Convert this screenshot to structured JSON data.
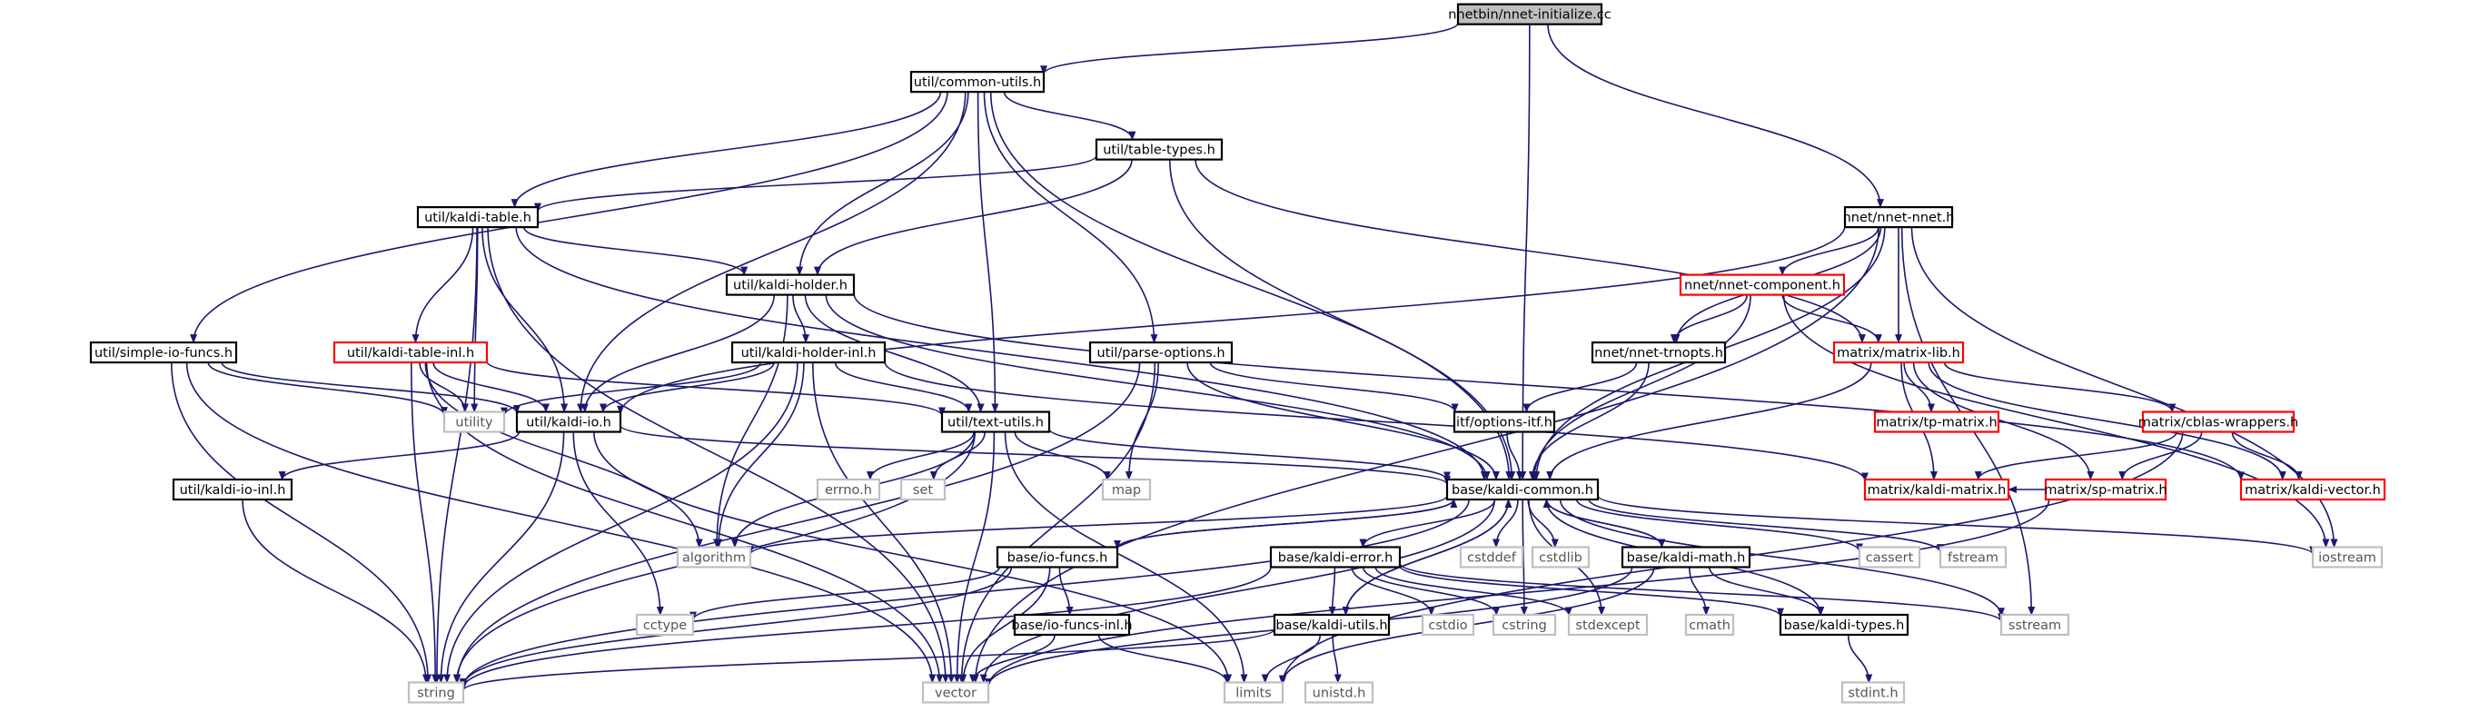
{
  "colors": {
    "edge": "#191970",
    "node_border": "#000000",
    "root_fill": "#bfbfbf",
    "file_fill": "#ffffff",
    "missing_border": "#ff0000",
    "system_border": "#bfbfbf",
    "system_text": "#555555",
    "text": "#000000"
  },
  "nodes": [
    {
      "id": "nnet_initialize",
      "label": "nnetbin/nnet-initialize.cc",
      "kind": "root"
    },
    {
      "id": "common_utils",
      "label": "util/common-utils.h",
      "kind": "file"
    },
    {
      "id": "table_types",
      "label": "util/table-types.h",
      "kind": "file"
    },
    {
      "id": "kaldi_table",
      "label": "util/kaldi-table.h",
      "kind": "file"
    },
    {
      "id": "nnet_nnet",
      "label": "nnet/nnet-nnet.h",
      "kind": "file"
    },
    {
      "id": "nnet_component",
      "label": "nnet/nnet-component.h",
      "kind": "missing"
    },
    {
      "id": "kaldi_holder",
      "label": "util/kaldi-holder.h",
      "kind": "file"
    },
    {
      "id": "simple_io_funcs",
      "label": "util/simple-io-funcs.h",
      "kind": "file"
    },
    {
      "id": "kaldi_table_inl",
      "label": "util/kaldi-table-inl.h",
      "kind": "missing"
    },
    {
      "id": "kaldi_holder_inl",
      "label": "util/kaldi-holder-inl.h",
      "kind": "file"
    },
    {
      "id": "parse_options",
      "label": "util/parse-options.h",
      "kind": "file"
    },
    {
      "id": "nnet_trnopts",
      "label": "nnet/nnet-trnopts.h",
      "kind": "file"
    },
    {
      "id": "matrix_lib",
      "label": "matrix/matrix-lib.h",
      "kind": "missing"
    },
    {
      "id": "utility",
      "label": "utility",
      "kind": "system"
    },
    {
      "id": "kaldi_io",
      "label": "util/kaldi-io.h",
      "kind": "file"
    },
    {
      "id": "text_utils",
      "label": "util/text-utils.h",
      "kind": "file"
    },
    {
      "id": "options_itf",
      "label": "itf/options-itf.h",
      "kind": "file"
    },
    {
      "id": "tp_matrix",
      "label": "matrix/tp-matrix.h",
      "kind": "missing"
    },
    {
      "id": "cblas_wrappers",
      "label": "matrix/cblas-wrappers.h",
      "kind": "missing"
    },
    {
      "id": "kaldi_io_inl",
      "label": "util/kaldi-io-inl.h",
      "kind": "file"
    },
    {
      "id": "errno",
      "label": "errno.h",
      "kind": "system"
    },
    {
      "id": "set",
      "label": "set",
      "kind": "system"
    },
    {
      "id": "map",
      "label": "map",
      "kind": "system"
    },
    {
      "id": "kaldi_common",
      "label": "base/kaldi-common.h",
      "kind": "file"
    },
    {
      "id": "kaldi_matrix",
      "label": "matrix/kaldi-matrix.h",
      "kind": "missing"
    },
    {
      "id": "sp_matrix",
      "label": "matrix/sp-matrix.h",
      "kind": "missing"
    },
    {
      "id": "kaldi_vector",
      "label": "matrix/kaldi-vector.h",
      "kind": "missing"
    },
    {
      "id": "algorithm",
      "label": "algorithm",
      "kind": "system"
    },
    {
      "id": "io_funcs",
      "label": "base/io-funcs.h",
      "kind": "file"
    },
    {
      "id": "kaldi_error",
      "label": "base/kaldi-error.h",
      "kind": "file"
    },
    {
      "id": "cstddef",
      "label": "cstddef",
      "kind": "system"
    },
    {
      "id": "cstdlib",
      "label": "cstdlib",
      "kind": "system"
    },
    {
      "id": "kaldi_math",
      "label": "base/kaldi-math.h",
      "kind": "file"
    },
    {
      "id": "cassert",
      "label": "cassert",
      "kind": "system"
    },
    {
      "id": "fstream",
      "label": "fstream",
      "kind": "system"
    },
    {
      "id": "iostream",
      "label": "iostream",
      "kind": "system"
    },
    {
      "id": "cctype",
      "label": "cctype",
      "kind": "system"
    },
    {
      "id": "io_funcs_inl",
      "label": "base/io-funcs-inl.h",
      "kind": "file"
    },
    {
      "id": "kaldi_utils",
      "label": "base/kaldi-utils.h",
      "kind": "file"
    },
    {
      "id": "cstdio",
      "label": "cstdio",
      "kind": "system"
    },
    {
      "id": "cstring",
      "label": "cstring",
      "kind": "system"
    },
    {
      "id": "stdexcept",
      "label": "stdexcept",
      "kind": "system"
    },
    {
      "id": "cmath",
      "label": "cmath",
      "kind": "system"
    },
    {
      "id": "kaldi_types",
      "label": "base/kaldi-types.h",
      "kind": "file"
    },
    {
      "id": "sstream",
      "label": "sstream",
      "kind": "system"
    },
    {
      "id": "string",
      "label": "string",
      "kind": "system"
    },
    {
      "id": "vector",
      "label": "vector",
      "kind": "system"
    },
    {
      "id": "limits",
      "label": "limits",
      "kind": "system"
    },
    {
      "id": "unistd",
      "label": "unistd.h",
      "kind": "system"
    },
    {
      "id": "stdint",
      "label": "stdint.h",
      "kind": "system"
    }
  ],
  "edges": [
    [
      "nnet_initialize",
      "common_utils"
    ],
    [
      "nnet_initialize",
      "nnet_nnet"
    ],
    [
      "nnet_initialize",
      "kaldi_common"
    ],
    [
      "common_utils",
      "table_types"
    ],
    [
      "common_utils",
      "kaldi_table"
    ],
    [
      "common_utils",
      "kaldi_holder"
    ],
    [
      "common_utils",
      "simple_io_funcs"
    ],
    [
      "common_utils",
      "parse_options"
    ],
    [
      "common_utils",
      "kaldi_io"
    ],
    [
      "common_utils",
      "text_utils"
    ],
    [
      "common_utils",
      "kaldi_common"
    ],
    [
      "table_types",
      "kaldi_table"
    ],
    [
      "table_types",
      "kaldi_holder"
    ],
    [
      "table_types",
      "matrix_lib"
    ],
    [
      "table_types",
      "kaldi_common"
    ],
    [
      "kaldi_table",
      "kaldi_table_inl"
    ],
    [
      "kaldi_table",
      "kaldi_holder"
    ],
    [
      "kaldi_table",
      "kaldi_io"
    ],
    [
      "kaldi_table",
      "utility"
    ],
    [
      "kaldi_table",
      "kaldi_common"
    ],
    [
      "kaldi_table",
      "string"
    ],
    [
      "kaldi_table",
      "vector"
    ],
    [
      "nnet_nnet",
      "nnet_component"
    ],
    [
      "nnet_nnet",
      "nnet_trnopts"
    ],
    [
      "nnet_nnet",
      "matrix_lib"
    ],
    [
      "nnet_nnet",
      "kaldi_io"
    ],
    [
      "nnet_nnet",
      "kaldi_common"
    ],
    [
      "nnet_nnet",
      "iostream"
    ],
    [
      "nnet_nnet",
      "sstream"
    ],
    [
      "nnet_nnet",
      "vector"
    ],
    [
      "nnet_component",
      "nnet_trnopts"
    ],
    [
      "nnet_component",
      "matrix_lib"
    ],
    [
      "nnet_component",
      "kaldi_common"
    ],
    [
      "nnet_component",
      "iostream"
    ],
    [
      "kaldi_holder",
      "kaldi_holder_inl"
    ],
    [
      "kaldi_holder",
      "kaldi_io"
    ],
    [
      "kaldi_holder",
      "text_utils"
    ],
    [
      "kaldi_holder",
      "kaldi_common"
    ],
    [
      "kaldi_holder",
      "algorithm"
    ],
    [
      "kaldi_holder",
      "kaldi_vector"
    ],
    [
      "simple_io_funcs",
      "kaldi_io"
    ],
    [
      "simple_io_funcs",
      "utility"
    ],
    [
      "simple_io_funcs",
      "string"
    ],
    [
      "simple_io_funcs",
      "vector"
    ],
    [
      "kaldi_table_inl",
      "utility"
    ],
    [
      "kaldi_table_inl",
      "kaldi_io"
    ],
    [
      "kaldi_table_inl",
      "text_utils"
    ],
    [
      "kaldi_table_inl",
      "algorithm"
    ],
    [
      "kaldi_table_inl",
      "string"
    ],
    [
      "kaldi_table_inl",
      "vector"
    ],
    [
      "kaldi_holder_inl",
      "kaldi_io"
    ],
    [
      "kaldi_holder_inl",
      "text_utils"
    ],
    [
      "kaldi_holder_inl",
      "utility"
    ],
    [
      "kaldi_holder_inl",
      "algorithm"
    ],
    [
      "kaldi_holder_inl",
      "kaldi_matrix"
    ],
    [
      "kaldi_holder_inl",
      "string"
    ],
    [
      "kaldi_holder_inl",
      "vector"
    ],
    [
      "parse_options",
      "options_itf"
    ],
    [
      "parse_options",
      "kaldi_common"
    ],
    [
      "parse_options",
      "map"
    ],
    [
      "parse_options",
      "string"
    ],
    [
      "parse_options",
      "vector"
    ],
    [
      "nnet_trnopts",
      "options_itf"
    ],
    [
      "nnet_trnopts",
      "kaldi_common"
    ],
    [
      "matrix_lib",
      "tp_matrix"
    ],
    [
      "matrix_lib",
      "cblas_wrappers"
    ],
    [
      "matrix_lib",
      "kaldi_matrix"
    ],
    [
      "matrix_lib",
      "kaldi_vector"
    ],
    [
      "matrix_lib",
      "sp_matrix"
    ],
    [
      "matrix_lib",
      "kaldi_common"
    ],
    [
      "kaldi_io",
      "kaldi_io_inl"
    ],
    [
      "kaldi_io",
      "kaldi_common"
    ],
    [
      "kaldi_io",
      "cctype"
    ],
    [
      "kaldi_io",
      "string"
    ],
    [
      "kaldi_io",
      "limits"
    ],
    [
      "kaldi_io_inl",
      "string"
    ],
    [
      "text_utils",
      "errno"
    ],
    [
      "text_utils",
      "set"
    ],
    [
      "text_utils",
      "map"
    ],
    [
      "text_utils",
      "kaldi_common"
    ],
    [
      "text_utils",
      "algorithm"
    ],
    [
      "text_utils",
      "string"
    ],
    [
      "text_utils",
      "vector"
    ],
    [
      "text_utils",
      "limits"
    ],
    [
      "options_itf",
      "kaldi_common"
    ],
    [
      "cblas_wrappers",
      "kaldi_matrix"
    ],
    [
      "cblas_wrappers",
      "sp_matrix"
    ],
    [
      "cblas_wrappers",
      "kaldi_vector"
    ],
    [
      "cblas_wrappers",
      "limits"
    ],
    [
      "sp_matrix",
      "kaldi_matrix"
    ],
    [
      "sp_matrix",
      "vector"
    ],
    [
      "kaldi_common",
      "io_funcs"
    ],
    [
      "kaldi_common",
      "kaldi_error"
    ],
    [
      "kaldi_common",
      "cstddef"
    ],
    [
      "kaldi_common",
      "cstdlib"
    ],
    [
      "kaldi_common",
      "cstring"
    ],
    [
      "kaldi_common",
      "string"
    ],
    [
      "kaldi_common",
      "vector"
    ],
    [
      "kaldi_common",
      "stdexcept"
    ],
    [
      "kaldi_common",
      "sstream"
    ],
    [
      "kaldi_common",
      "kaldi_math"
    ],
    [
      "kaldi_common",
      "cassert"
    ],
    [
      "kaldi_common",
      "fstream"
    ],
    [
      "kaldi_common",
      "iostream"
    ],
    [
      "kaldi_common",
      "kaldi_types"
    ],
    [
      "kaldi_common",
      "kaldi_utils"
    ],
    [
      "kaldi_common",
      "algorithm"
    ],
    [
      "io_funcs",
      "io_funcs_inl"
    ],
    [
      "io_funcs",
      "kaldi_common"
    ],
    [
      "io_funcs",
      "cctype"
    ],
    [
      "io_funcs",
      "string"
    ],
    [
      "io_funcs",
      "vector"
    ],
    [
      "io_funcs_inl",
      "limits"
    ],
    [
      "io_funcs_inl",
      "vector"
    ],
    [
      "kaldi_error",
      "kaldi_utils"
    ],
    [
      "kaldi_error",
      "cstdio"
    ],
    [
      "kaldi_error",
      "cstring"
    ],
    [
      "kaldi_error",
      "stdexcept"
    ],
    [
      "kaldi_error",
      "sstream"
    ],
    [
      "kaldi_error",
      "kaldi_types"
    ],
    [
      "kaldi_error",
      "string"
    ],
    [
      "kaldi_utils",
      "limits"
    ],
    [
      "kaldi_utils",
      "string"
    ],
    [
      "kaldi_utils",
      "unistd"
    ],
    [
      "kaldi_utils",
      "kaldi_common"
    ],
    [
      "kaldi_math",
      "kaldi_common"
    ],
    [
      "kaldi_math",
      "kaldi_types"
    ],
    [
      "kaldi_math",
      "cmath"
    ],
    [
      "kaldi_math",
      "limits"
    ],
    [
      "kaldi_math",
      "vector"
    ],
    [
      "kaldi_types",
      "stdint"
    ]
  ]
}
